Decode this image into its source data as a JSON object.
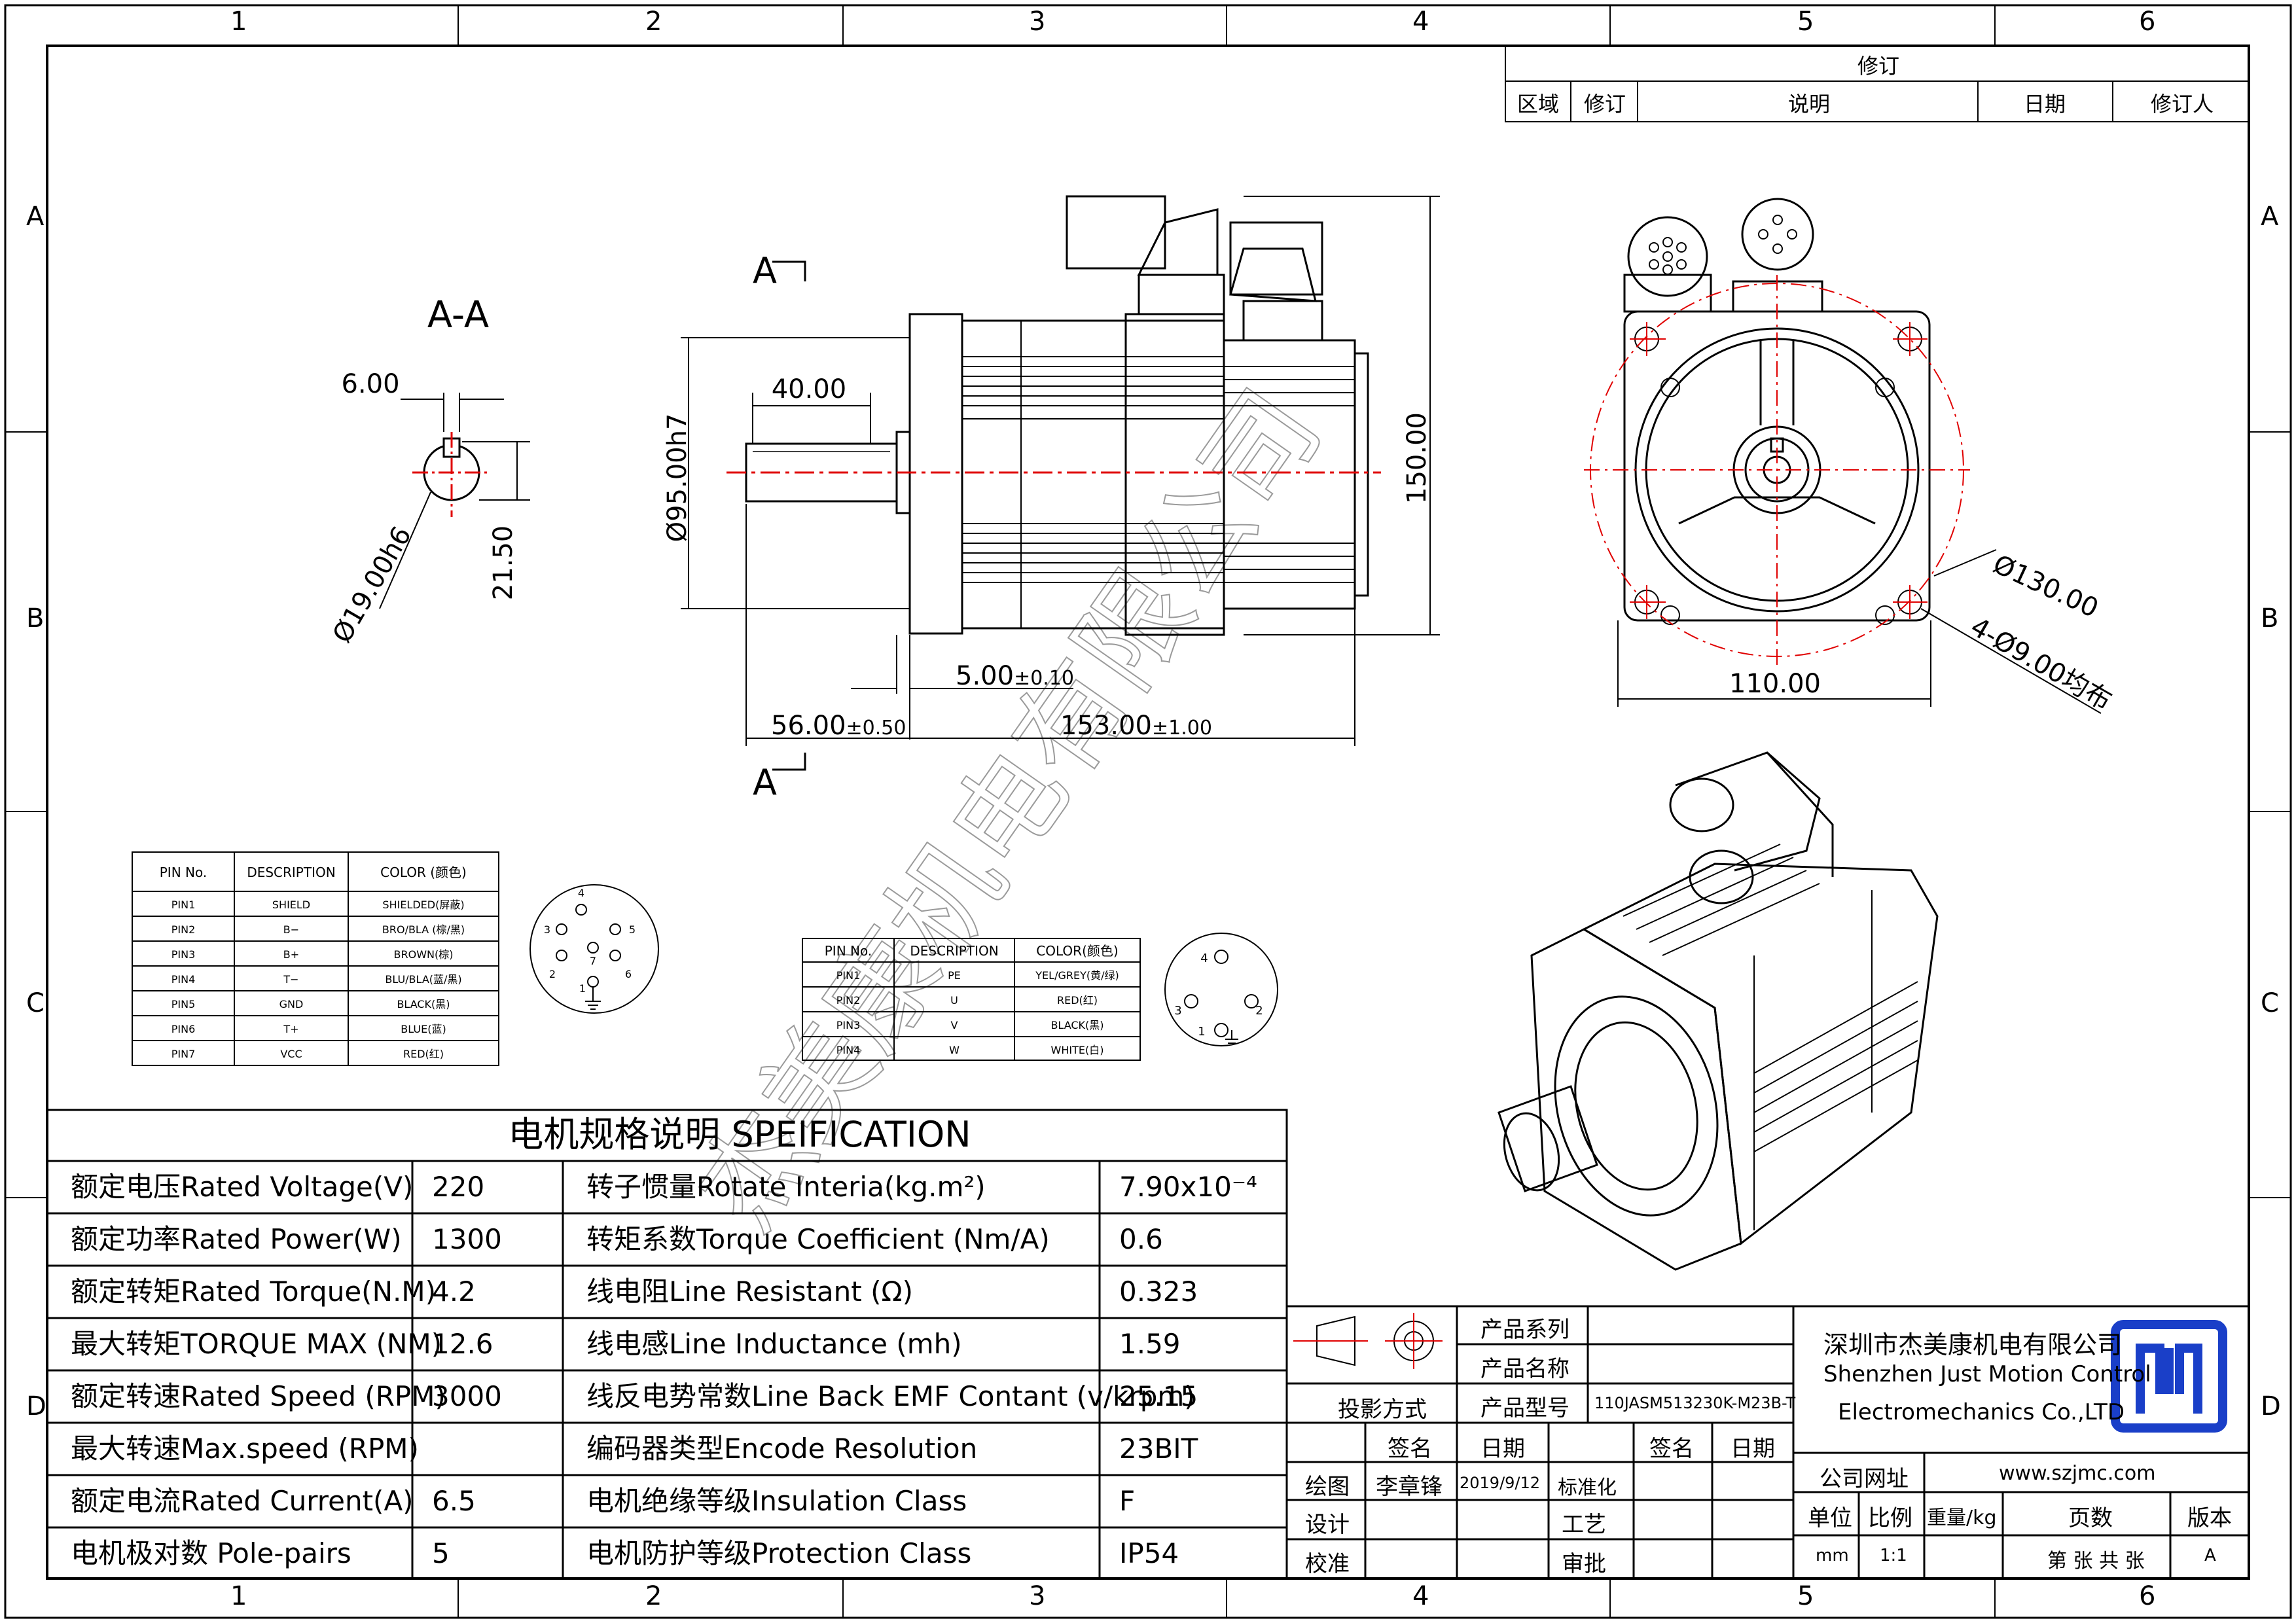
{
  "frame": {
    "top_cols": [
      "1",
      "2",
      "3",
      "4",
      "5",
      "6"
    ],
    "bottom_cols": [
      "1",
      "2",
      "3",
      "4",
      "5",
      "6"
    ],
    "left_rows": [
      "A",
      "B",
      "C",
      "D"
    ],
    "right_rows": [
      "A",
      "B",
      "C",
      "D"
    ]
  },
  "revision": {
    "title": "修订",
    "headers": [
      "区域",
      "修订",
      "说明",
      "日期",
      "修订人"
    ]
  },
  "section": {
    "title": "A-A",
    "width": "6.00",
    "height": "21.50",
    "diameter": "Ø19.00h6"
  },
  "side_view": {
    "section_mark_top": "A",
    "section_mark_bottom": "A",
    "key_len": "40.00",
    "shaft_dia": "Ø95.00h7",
    "height": "150.00",
    "flange_thk": "5.00",
    "flange_tol": "±0.10",
    "shaft_len": "56.00",
    "shaft_tol": "±0.50",
    "body_len": "153.00",
    "body_tol": "±1.00"
  },
  "front_view": {
    "pcd": "Ø130.00",
    "holes": "4-Ø9.00均布",
    "width": "110.00"
  },
  "watermark": "杰美康机电有限公司",
  "pin_table_encoder": {
    "headers": [
      "PIN No.",
      "DESCRIPTION",
      "COLOR (颜色)"
    ],
    "rows": [
      [
        "PIN1",
        "SHIELD",
        "SHIELDED(屏蔽)"
      ],
      [
        "PIN2",
        "B−",
        "BRO/BLA (棕/黑)"
      ],
      [
        "PIN3",
        "B+",
        "BROWN(棕)"
      ],
      [
        "PIN4",
        "T−",
        "BLU/BLA(蓝/黑)"
      ],
      [
        "PIN5",
        "GND",
        "BLACK(黑)"
      ],
      [
        "PIN6",
        "T+",
        "BLUE(蓝)"
      ],
      [
        "PIN7",
        "VCC",
        "RED(红)"
      ]
    ]
  },
  "connector7": {
    "pins": [
      "1",
      "2",
      "3",
      "4",
      "5",
      "6",
      "7"
    ],
    "ground": "⏚"
  },
  "pin_table_power": {
    "headers": [
      "PIN No.",
      "DESCRIPTION",
      "COLOR(颜色)"
    ],
    "rows": [
      [
        "PIN1",
        "PE",
        "YEL/GREY(黄/绿)"
      ],
      [
        "PIN2",
        "U",
        "RED(红)"
      ],
      [
        "PIN3",
        "V",
        "BLACK(黑)"
      ],
      [
        "PIN4",
        "W",
        "WHITE(白)"
      ]
    ]
  },
  "connector4": {
    "pins": [
      "1",
      "2",
      "3",
      "4"
    ],
    "ground": "⏚"
  },
  "spec": {
    "title": "电机规格说明 SPEIFICATION",
    "rows": [
      {
        "label": "额定电压Rated Voltage(V)",
        "value": "220",
        "label2": "转子惯量Rotate Interia(kg.m²)",
        "value2": "7.90x10⁻⁴"
      },
      {
        "label": "额定功率Rated Power(W)",
        "value": "1300",
        "label2": "转矩系数Torque Coefficient (Nm/A)",
        "value2": "0.6"
      },
      {
        "label": "额定转矩Rated Torque(N.M)",
        "value": "4.2",
        "label2": "线电阻Line Resistant (Ω)",
        "value2": "0.323"
      },
      {
        "label": "最大转矩TORQUE MAX (NM)",
        "value": "12.6",
        "label2": "线电感Line Inductance (mh)",
        "value2": "1.59"
      },
      {
        "label": "额定转速Rated Speed (RPM)",
        "value": "3000",
        "label2": "线反电势常数Line Back EMF Contant (v/krpm)",
        "value2": "25.15"
      },
      {
        "label": "最大转速Max.speed (RPM)",
        "value": "",
        "label2": "编码器类型Encode Resolution",
        "value2": "23BIT"
      },
      {
        "label": "额定电流Rated Current(A)",
        "value": "6.5",
        "label2": "电机绝缘等级Insulation Class",
        "value2": "F"
      },
      {
        "label": "电机极对数 Pole-pairs",
        "value": "5",
        "label2": "电机防护等级Protection Class",
        "value2": "IP54"
      }
    ]
  },
  "title_block": {
    "series_label": "产品系列",
    "name_label": "产品名称",
    "projection_label": "投影方式",
    "model_label": "产品型号",
    "model_value": "110JASM513230K-M23B-T",
    "sign_label": "签名",
    "date_label": "日期",
    "sign_label2": "签名",
    "date_label2": "日期",
    "draw_label": "绘图",
    "draw_name": "李章锋",
    "draw_date": "2019/9/12",
    "std_label": "标准化",
    "design_label": "设计",
    "craft_label": "工艺",
    "check_label": "校准",
    "approve_label": "审批",
    "company_cn": "深圳市杰美康机电有限公司",
    "company_en1": "Shenzhen Just Motion Control",
    "company_en2": "Electromechanics Co.,LTD",
    "website_label": "公司网址",
    "website": "www.szjmc.com",
    "unit_label": "单位",
    "scale_label": "比例",
    "weight_label": "重量/kg",
    "pages_label": "页数",
    "version_label": "版本",
    "unit_value": "mm",
    "scale_value": "1:1",
    "pages_value": "第 张 共 张",
    "version_value": "A"
  },
  "colors": {
    "line": "#000000",
    "center": "#e00000",
    "logo": "#1a3fc8"
  }
}
